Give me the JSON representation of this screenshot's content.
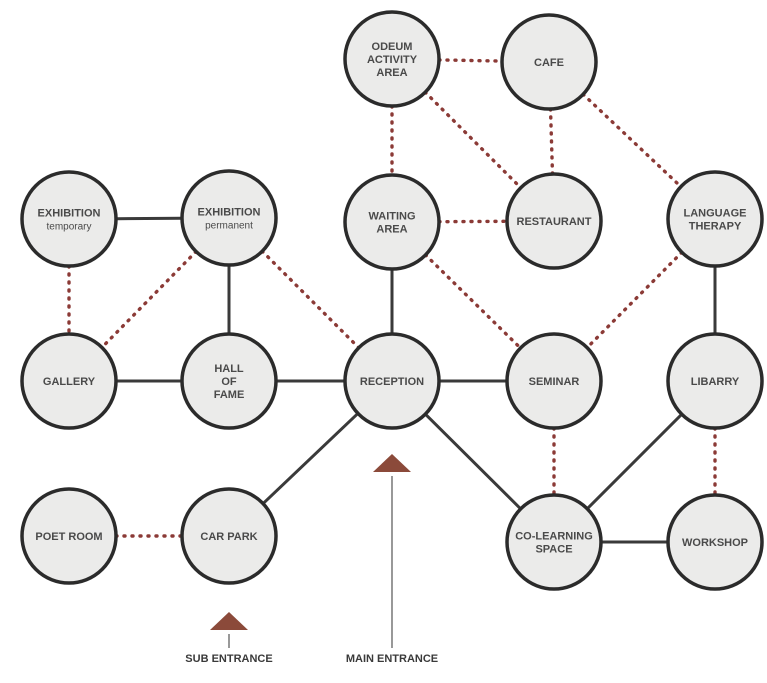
{
  "diagram": {
    "colors": {
      "node_fill": "#ebebea",
      "node_stroke": "#2b2b2b",
      "solid_link": "#3a3a3a",
      "dotted_link": "#8b3a36",
      "entrance_marker": "#8b4a3a",
      "text": "#4a4a4a"
    },
    "nodes": [
      {
        "id": "odeum",
        "lines": [
          "ODEUM",
          "ACTIVITY",
          "AREA"
        ]
      },
      {
        "id": "cafe",
        "lines": [
          "CAFE"
        ]
      },
      {
        "id": "exhibition-temporary",
        "lines": [
          "EXHIBITION",
          "temporary"
        ],
        "sub_line": 1
      },
      {
        "id": "exhibition-permanent",
        "lines": [
          "EXHIBITION",
          "permanent"
        ],
        "sub_line": 1
      },
      {
        "id": "waiting-area",
        "lines": [
          "WAITING",
          "AREA"
        ]
      },
      {
        "id": "restaurant",
        "lines": [
          "RESTAURANT"
        ]
      },
      {
        "id": "language-therapy",
        "lines": [
          "LANGUAGE",
          "THERAPY"
        ]
      },
      {
        "id": "gallery",
        "lines": [
          "GALLERY"
        ]
      },
      {
        "id": "hall-of-fame",
        "lines": [
          "HALL",
          "OF",
          "FAME"
        ]
      },
      {
        "id": "reception",
        "lines": [
          "RECEPTION"
        ]
      },
      {
        "id": "seminar",
        "lines": [
          "SEMINAR"
        ]
      },
      {
        "id": "libarry",
        "lines": [
          "LIBARRY"
        ]
      },
      {
        "id": "poet-room",
        "lines": [
          "POET ROOM"
        ]
      },
      {
        "id": "car-park",
        "lines": [
          "CAR PARK"
        ]
      },
      {
        "id": "co-learning-space",
        "lines": [
          "CO-LEARNING",
          "SPACE"
        ]
      },
      {
        "id": "workshop",
        "lines": [
          "WORKSHOP"
        ]
      }
    ],
    "links": [
      {
        "from": "exhibition-temporary",
        "to": "exhibition-permanent",
        "style": "solid"
      },
      {
        "from": "exhibition-permanent",
        "to": "hall-of-fame",
        "style": "solid"
      },
      {
        "from": "gallery",
        "to": "hall-of-fame",
        "style": "solid"
      },
      {
        "from": "hall-of-fame",
        "to": "reception",
        "style": "solid"
      },
      {
        "from": "reception",
        "to": "waiting-area",
        "style": "solid"
      },
      {
        "from": "reception",
        "to": "seminar",
        "style": "solid"
      },
      {
        "from": "reception",
        "to": "car-park",
        "style": "solid"
      },
      {
        "from": "reception",
        "to": "co-learning-space",
        "style": "solid"
      },
      {
        "from": "language-therapy",
        "to": "libarry",
        "style": "solid"
      },
      {
        "from": "libarry",
        "to": "co-learning-space",
        "style": "solid"
      },
      {
        "from": "co-learning-space",
        "to": "workshop",
        "style": "solid"
      },
      {
        "from": "odeum",
        "to": "cafe",
        "style": "dotted"
      },
      {
        "from": "odeum",
        "to": "waiting-area",
        "style": "dotted"
      },
      {
        "from": "odeum",
        "to": "restaurant",
        "style": "dotted"
      },
      {
        "from": "cafe",
        "to": "restaurant",
        "style": "dotted"
      },
      {
        "from": "cafe",
        "to": "language-therapy",
        "style": "dotted"
      },
      {
        "from": "waiting-area",
        "to": "restaurant",
        "style": "dotted"
      },
      {
        "from": "waiting-area",
        "to": "seminar",
        "style": "dotted"
      },
      {
        "from": "exhibition-temporary",
        "to": "gallery",
        "style": "dotted"
      },
      {
        "from": "exhibition-permanent",
        "to": "gallery",
        "style": "dotted"
      },
      {
        "from": "exhibition-permanent",
        "to": "reception",
        "style": "dotted"
      },
      {
        "from": "language-therapy",
        "to": "seminar",
        "style": "dotted"
      },
      {
        "from": "seminar",
        "to": "co-learning-space",
        "style": "dotted"
      },
      {
        "from": "libarry",
        "to": "workshop",
        "style": "dotted"
      },
      {
        "from": "poet-room",
        "to": "car-park",
        "style": "dotted"
      }
    ],
    "entrances": [
      {
        "id": "sub-entrance",
        "label": "SUB ENTRANCE"
      },
      {
        "id": "main-entrance",
        "label": "MAIN ENTRANCE"
      }
    ]
  }
}
